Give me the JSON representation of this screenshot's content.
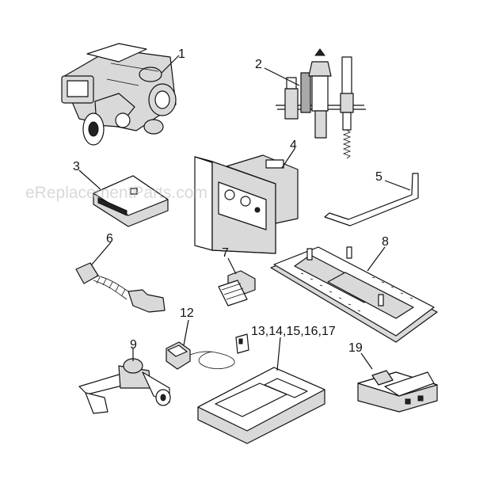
{
  "watermark": "eReplacementParts.com",
  "callouts": {
    "c1": "1",
    "c2": "2",
    "c3": "3",
    "c4": "4",
    "c5": "5",
    "c6": "6",
    "c7": "7",
    "c8": "8",
    "c9": "9",
    "c12": "12",
    "c13": "13,14,15,16,17",
    "c19": "19"
  }
}
